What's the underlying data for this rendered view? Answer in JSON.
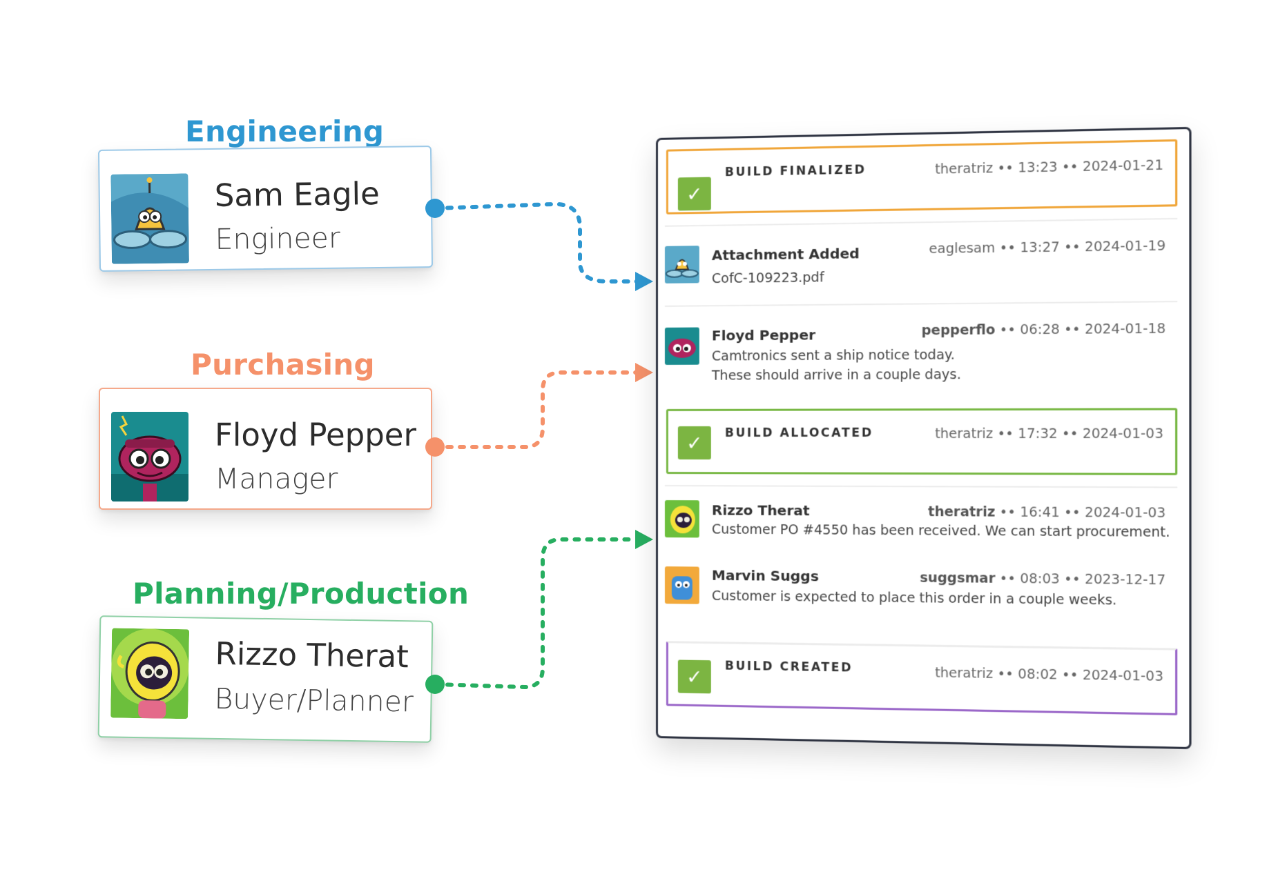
{
  "colors": {
    "engineering": "#2e97d1",
    "purchasing": "#f5916a",
    "planning": "#27ae60",
    "finalized_border": "#f0a63a",
    "allocated_border": "#79b845",
    "created_border": "#9b68c9"
  },
  "people": [
    {
      "department": "Engineering",
      "name": "Sam Eagle",
      "role": "Engineer",
      "avatar_icon": "drone-robot-avatar-icon"
    },
    {
      "department": "Purchasing",
      "name": "Floyd Pepper",
      "role": "Manager",
      "avatar_icon": "pink-robot-avatar-icon"
    },
    {
      "department": "Planning/Production",
      "name": "Rizzo Therat",
      "role": "Buyer/Planner",
      "avatar_icon": "yellow-robot-avatar-icon"
    }
  ],
  "activity": {
    "build_finalized": {
      "title": "BUILD FINALIZED",
      "user": "theratriz",
      "time": "13:23",
      "date": "2024-01-21"
    },
    "attachment": {
      "name": "Attachment Added",
      "file": "CofC-109223.pdf",
      "user": "eaglesam",
      "time": "13:27",
      "date": "2024-01-19"
    },
    "floyd_note": {
      "name": "Floyd Pepper",
      "line1": "Camtronics sent a ship notice today.",
      "line2": "These should arrive in a couple days.",
      "user": "pepperflo",
      "time": "06:28",
      "date": "2024-01-18"
    },
    "build_allocated": {
      "title": "BUILD ALLOCATED",
      "user": "theratriz",
      "time": "17:32",
      "date": "2024-01-03"
    },
    "rizzo_note": {
      "name": "Rizzo Therat",
      "line1": "Customer PO #4550 has been received. We can start procurement.",
      "user": "theratriz",
      "time": "16:41",
      "date": "2024-01-03"
    },
    "marvin_note": {
      "name": "Marvin Suggs",
      "line1": "Customer is expected to place this order in a couple weeks.",
      "user": "suggsmar",
      "time": "08:03",
      "date": "2023-12-17"
    },
    "build_created": {
      "title": "BUILD CREATED",
      "user": "theratriz",
      "time": "08:02",
      "date": "2024-01-03"
    }
  },
  "separator": "••",
  "check_glyph": "✓"
}
